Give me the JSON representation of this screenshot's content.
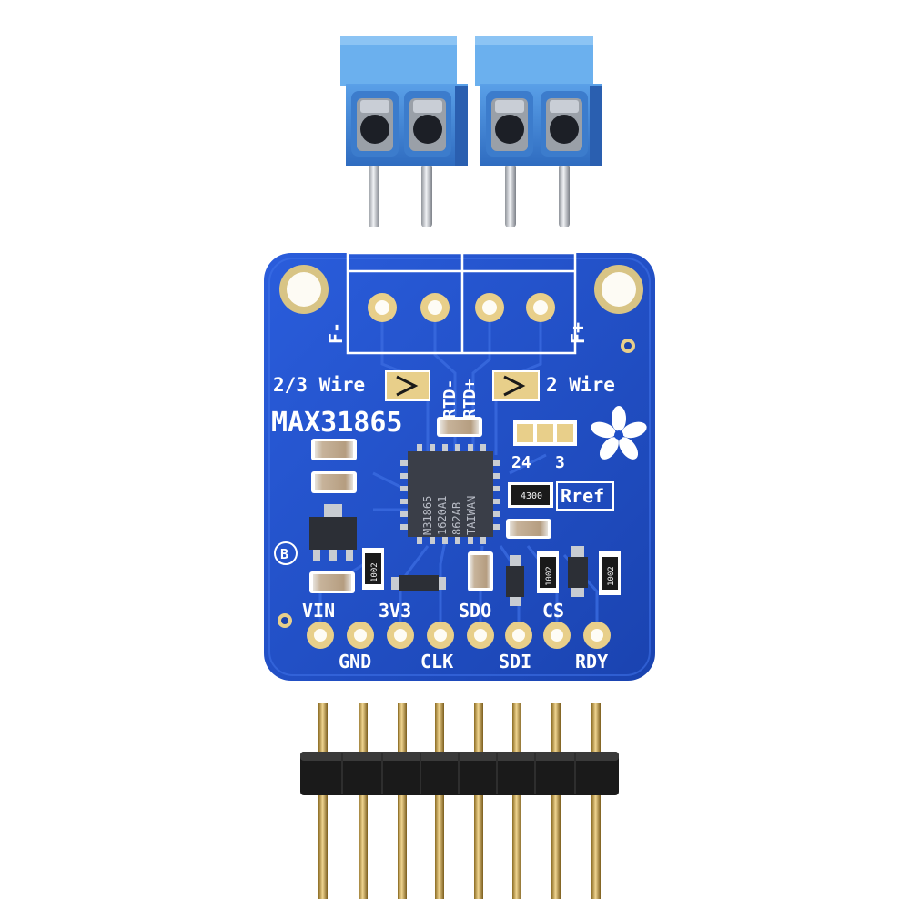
{
  "board": {
    "title": "MAX31865",
    "f_minus": "F-",
    "f_plus": "F+",
    "wire_23": "2/3 Wire",
    "wire_2": "2 Wire",
    "rtd_minus": "RTD-",
    "rtd_plus": "RTD+",
    "jumper_24": "24",
    "jumper_3": "3",
    "rref": "Rref",
    "revision": "B"
  },
  "chip": {
    "line1": "M31865",
    "line2": "1620A1",
    "line3": "862AB",
    "line4": "TAIWAN"
  },
  "resistors": {
    "rref_value": "4300",
    "r1": "1002",
    "r2": "1002",
    "r3": "1002"
  },
  "pins_top": [
    "VIN",
    "3V3",
    "SDO",
    "CS"
  ],
  "pins_bottom": [
    "GND",
    "CLK",
    "SDI",
    "RDY"
  ],
  "colors": {
    "pcb": "#1f4fc8",
    "terminal_block": "#4a8fd8",
    "header_plastic": "#1a1a1a",
    "pin_gold": "#c8a84a",
    "pad_gold": "#e8cf8a"
  },
  "icons": {
    "logo": "adafruit-flower-icon"
  }
}
